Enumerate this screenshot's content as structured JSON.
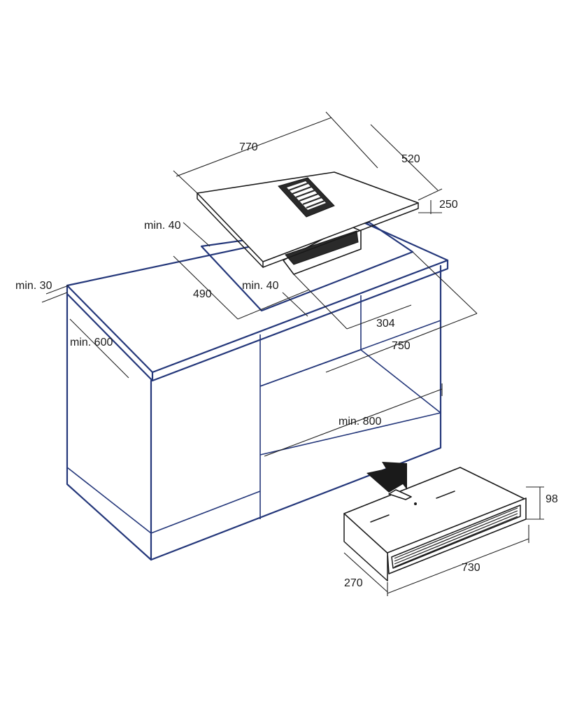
{
  "colors": {
    "cabinet_outline": "#24377a",
    "appliance_outline": "#1a1a1a",
    "background": "#ffffff"
  },
  "icons": {
    "insertion_arrow": "arrow-up-right-icon"
  },
  "dimensions": {
    "hob_width": "770",
    "hob_depth": "520",
    "hob_height": "250",
    "min_edge_back": "min. 40",
    "cutout_depth": "490",
    "min_edge_front": "min. 40",
    "counter_thickness": "min. 30",
    "counter_depth": "min. 600",
    "unit_depth": "304",
    "cutout_width": "750",
    "cabinet_width": "min. 800",
    "fan_height": "98",
    "fan_width": "730",
    "fan_depth": "270"
  }
}
